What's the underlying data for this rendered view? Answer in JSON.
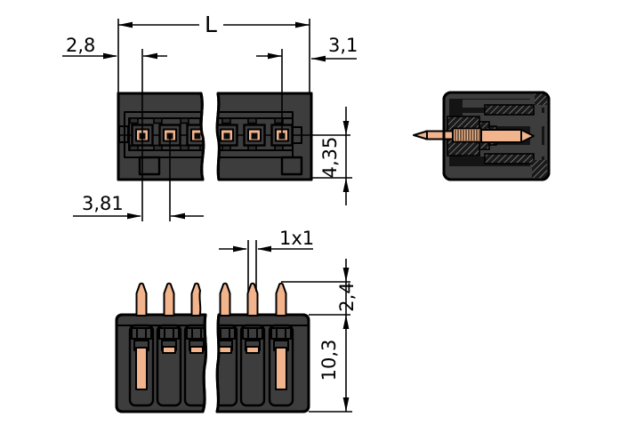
{
  "drawing": {
    "dimensions": {
      "total_length": "L",
      "edge_to_first_pin": "2,8",
      "last_pin_to_edge": "3,1",
      "pin_row_to_bottom": "4,35",
      "pin_pitch": "3,81",
      "pin_cross_section": "1x1",
      "pin_protrusion": "2,4",
      "housing_height": "10,3"
    },
    "views": {
      "front": {
        "pins_visible": 6
      },
      "side": {
        "pins_visible": 1
      },
      "bottom": {
        "pins_visible": 6
      }
    },
    "colors": {
      "background": "#ffffff",
      "housing": "#3d3d3d",
      "outline": "#000000",
      "contact_copper": "#f2b48c",
      "dimension_lines": "#000000"
    }
  }
}
